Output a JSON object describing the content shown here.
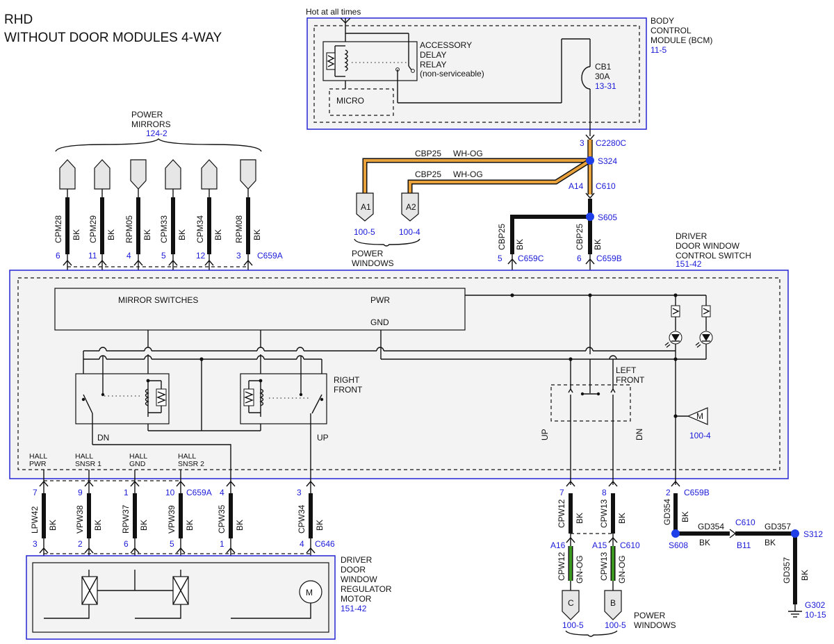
{
  "title": {
    "line1": "RHD",
    "line2": "WITHOUT DOOR MODULES 4-WAY"
  },
  "bcm": {
    "hot_label": "Hot at all times",
    "name_lines": [
      "BODY",
      "CONTROL",
      "MODULE (BCM)"
    ],
    "ref": "11-5",
    "relay_lines": [
      "ACCESSORY",
      "DELAY",
      "RELAY",
      "(non-serviceable)"
    ],
    "micro": "MICRO",
    "cb_name": "CB1",
    "cb_rating": "30A",
    "cb_ref": "13-31"
  },
  "power_mirrors": {
    "lines": [
      "POWER",
      "MIRRORS"
    ],
    "ref": "124-2"
  },
  "mirror_wires": [
    {
      "circuit": "CPM28",
      "color": "BK",
      "pin": "6"
    },
    {
      "circuit": "CPM29",
      "color": "BK",
      "pin": "11"
    },
    {
      "circuit": "RPM05",
      "color": "BK",
      "pin": "4"
    },
    {
      "circuit": "CPM33",
      "color": "BK",
      "pin": "5"
    },
    {
      "circuit": "CPM34",
      "color": "BK",
      "pin": "12"
    },
    {
      "circuit": "RPM08",
      "color": "BK",
      "pin": "3"
    }
  ],
  "c659a_top": "C659A",
  "bcm_out": {
    "pin": "3",
    "connector": "C2280C"
  },
  "s324": "S324",
  "cbp_wire1": {
    "circuit": "CBP25",
    "color": "WH-OG"
  },
  "cbp_wire2": {
    "circuit": "CBP25",
    "color": "WH-OG"
  },
  "c610_top": {
    "pin": "A14",
    "connector": "C610"
  },
  "power_windows_top": {
    "a1": "A1",
    "a1_ref": "100-5",
    "a2": "A2",
    "a2_ref": "100-4",
    "lines": [
      "POWER",
      "WINDOWS"
    ]
  },
  "s605": "S605",
  "cbp_c659c": {
    "circuit": "CBP25",
    "color": "BK",
    "pin": "5",
    "connector": "C659C"
  },
  "cbp_c659b": {
    "circuit": "CBP25",
    "color": "BK",
    "pin": "6",
    "connector": "C659B"
  },
  "switch": {
    "name_lines": [
      "DRIVER",
      "DOOR WINDOW",
      "CONTROL SWITCH"
    ],
    "ref": "151-42",
    "mirror_switches": "MIRROR SWITCHES",
    "pwr": "PWR",
    "gnd": "GND",
    "right_front": [
      "RIGHT",
      "FRONT"
    ],
    "left_front": [
      "LEFT",
      "FRONT"
    ],
    "dn": "DN",
    "up": "UP",
    "up_v": "UP",
    "dn_v": "DN",
    "motor_sym": "M",
    "motor_ref": "100-4",
    "hall_labels": [
      [
        "HALL",
        "PWR"
      ],
      [
        "HALL",
        "SNSR 1"
      ],
      [
        "HALL",
        "GND"
      ],
      [
        "HALL",
        "SNSR 2"
      ]
    ]
  },
  "bottom_wires": [
    {
      "pin_top": "7",
      "circuit": "LPW42",
      "color": "BK",
      "pin_bot": "3"
    },
    {
      "pin_top": "9",
      "circuit": "VPW38",
      "color": "BK",
      "pin_bot": "2"
    },
    {
      "pin_top": "1",
      "circuit": "RPW37",
      "color": "BK",
      "pin_bot": "6"
    },
    {
      "pin_top": "10",
      "circuit": "VPW39",
      "color": "BK",
      "pin_bot": "5"
    },
    {
      "pin_top": "4",
      "circuit": "CPW35",
      "color": "BK",
      "pin_bot": "1"
    },
    {
      "pin_top": "3",
      "circuit": "CPW34",
      "color": "BK",
      "pin_bot": "4"
    }
  ],
  "c659a_bot": "C659A",
  "c646": "C646",
  "motor": {
    "lines": [
      "DRIVER",
      "DOOR",
      "WINDOW",
      "REGULATOR",
      "MOTOR"
    ],
    "ref": "151-42",
    "sym": "M"
  },
  "right_wires": [
    {
      "pin_top": "7",
      "circuit": "CPW12",
      "color": "BK",
      "pin_bot": "A16",
      "circuit2": "CPW12",
      "color2": "GN-OG",
      "conn": "C",
      "ref": "100-5"
    },
    {
      "pin_top": "8",
      "circuit": "CPW13",
      "color": "BK",
      "pin_bot": "A15",
      "circuit2": "CPW13",
      "color2": "GN-OG",
      "conn": "B",
      "ref": "100-5"
    }
  ],
  "c610_bot": "C610",
  "power_windows_bot": [
    "POWER",
    "WINDOWS"
  ],
  "ground": {
    "pin": "2",
    "connector": "C659B",
    "gd354": "GD354",
    "gd354_color": "BK",
    "s608": "S608",
    "gd354b": "GD354",
    "gd354b_color": "BK",
    "c610": "C610",
    "b11": "B11",
    "gd357": "GD357",
    "gd357_color": "BK",
    "s312": "S312",
    "gd357b": "GD357",
    "gd357b_color": "BK",
    "g302": "G302",
    "g302_ref": "10-15"
  },
  "colors": {
    "wire_orange": "#e9a23b",
    "wire_green": "#3b9a1f",
    "splice_blue": "#1f3fe8",
    "text_blue": "#1a1ad9"
  }
}
